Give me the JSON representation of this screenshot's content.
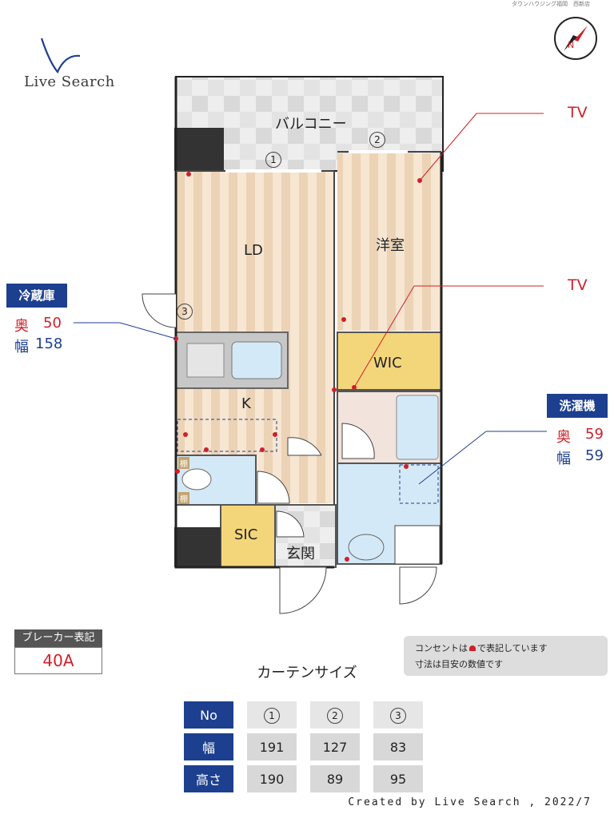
{
  "header": {
    "logo_text": "Live Search",
    "company_small": "タウンハウジング福岡　西新店"
  },
  "floorplan": {
    "balcony_label": "バルコニー",
    "ld_label": "LD",
    "k_label": "K",
    "western_room_label": "洋室",
    "wic_label": "WIC",
    "sic_label": "SIC",
    "entrance_label": "玄関",
    "shelf_label_1": "棚",
    "shelf_label_2": "棚",
    "window_1": "1",
    "window_2": "2",
    "window_3": "3",
    "tv_label_1": "TV",
    "tv_label_2": "TV"
  },
  "fridge": {
    "title": "冷蔵庫",
    "depth_label": "奥",
    "depth_value": "50",
    "width_label": "幅",
    "width_value": "158"
  },
  "washer": {
    "title": "洗濯機",
    "depth_label": "奥",
    "depth_value": "59",
    "width_label": "幅",
    "width_value": "59"
  },
  "breaker": {
    "title": "ブレーカー表記",
    "value": "40A"
  },
  "note": {
    "line1_a": "コンセントは",
    "line1_b": "で表記しています",
    "line2": "寸法は目安の数値です"
  },
  "curtain": {
    "title": "カーテンサイズ",
    "header_label": "No",
    "columns": [
      "1",
      "2",
      "3"
    ],
    "rows": [
      {
        "label": "幅",
        "values": [
          "191",
          "127",
          "83"
        ]
      },
      {
        "label": "高さ",
        "values": [
          "190",
          "89",
          "95"
        ]
      }
    ]
  },
  "footer": {
    "credit": "Created by Live Search , 2022/7"
  },
  "colors": {
    "accent_blue": "#1d3f8f",
    "accent_red": "#d0202a",
    "floor_stripe": "#f0dcc4",
    "wic_yellow": "#f4d67a",
    "bath_blue": "#d4e9f7"
  }
}
